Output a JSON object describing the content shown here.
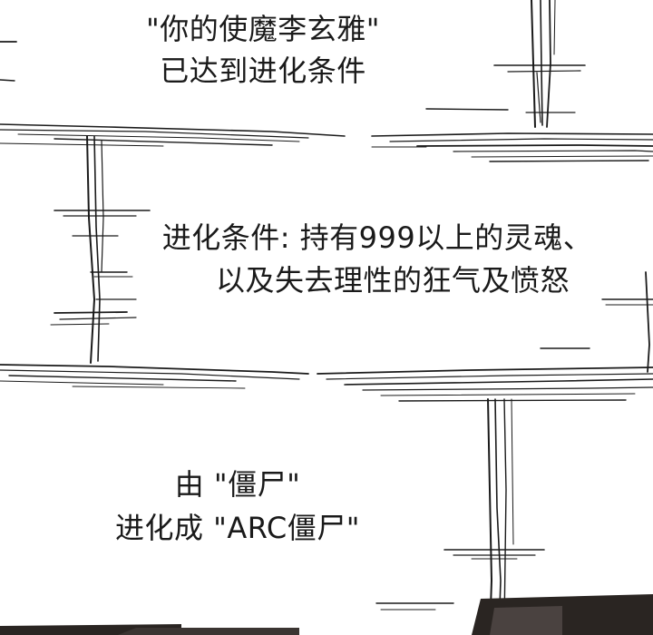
{
  "panel": {
    "top_lines": [
      "\"你的使魔李玄雅\"",
      "已达到进化条件"
    ],
    "middle_lines": [
      "进化条件: 持有999以上的灵魂、",
      "以及失去理性的狂气及愤怒"
    ],
    "bottom_lines": [
      "由 \"僵尸\"",
      "进化成 \"ARC僵尸\""
    ]
  },
  "colors": {
    "ink": "#1a1a1a",
    "paper": "#ffffff",
    "shadow": "#2a2522"
  }
}
